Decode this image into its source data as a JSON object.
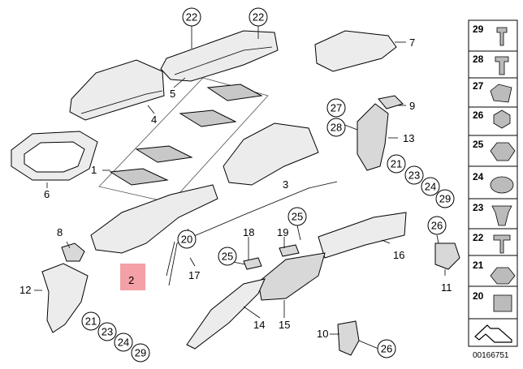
{
  "callouts": {
    "c22a": "22",
    "c22b": "22",
    "c27": "27",
    "c28": "28",
    "c21a": "21",
    "c23a": "23",
    "c24a": "24",
    "c29a": "29",
    "c25a": "25",
    "c26a": "26",
    "c20": "20",
    "c25b": "25",
    "c21b": "21",
    "c23b": "23",
    "c24b": "24",
    "c29b": "29",
    "c26b": "26"
  },
  "labels": {
    "l5": "5",
    "l4": "4",
    "l7": "7",
    "l9": "9",
    "l13": "13",
    "l1": "1",
    "l3": "3",
    "l6": "6",
    "l8": "8",
    "l2": "2",
    "l17": "17",
    "l18": "18",
    "l19": "19",
    "l16": "16",
    "l11": "11",
    "l12": "12",
    "l14": "14",
    "l15": "15",
    "l10": "10"
  },
  "legend": [
    "29",
    "28",
    "27",
    "26",
    "25",
    "24",
    "23",
    "22",
    "21",
    "20"
  ],
  "diagram_code": "00166751",
  "colors": {
    "highlight": "#f3a0a6"
  }
}
